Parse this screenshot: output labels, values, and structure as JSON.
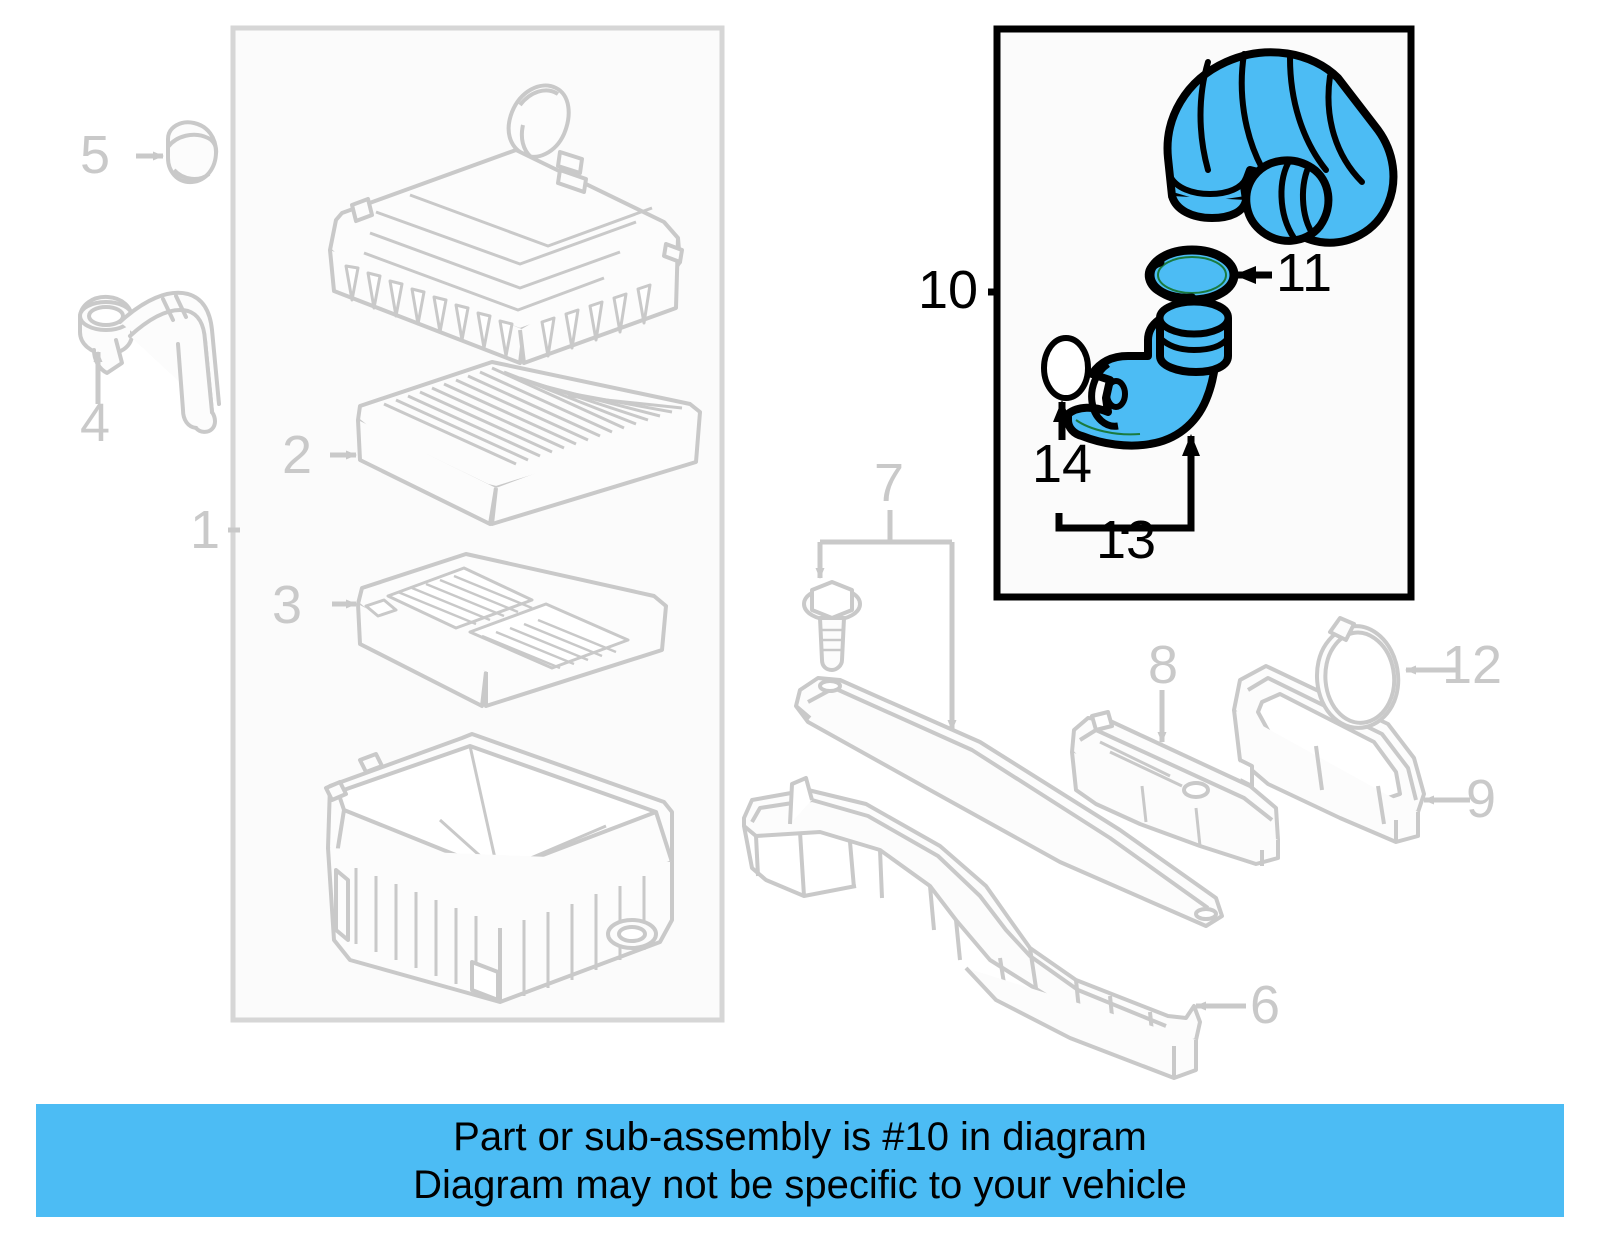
{
  "diagram": {
    "title": "Engine Air Intake Exploded Parts Diagram",
    "highlight_color": "#4cbcf4",
    "dim_color": "#c9c9c9",
    "outline_color": "#000000",
    "background_color": "#ffffff",
    "highlighted_part_number": "10",
    "group_box": {
      "name": "air-cleaner-assembly-group",
      "label": "1"
    },
    "highlight_box": {
      "name": "highlighted-subassembly-box",
      "label": "10"
    }
  },
  "callouts": [
    {
      "id": "c1",
      "label": "1",
      "state": "dim",
      "part": "air-cleaner-assembly"
    },
    {
      "id": "c2",
      "label": "2",
      "state": "dim",
      "part": "air-filter-element"
    },
    {
      "id": "c3",
      "label": "3",
      "state": "dim",
      "part": "filter-tray-grid"
    },
    {
      "id": "c4",
      "label": "4",
      "state": "dim",
      "part": "breather-hose"
    },
    {
      "id": "c5",
      "label": "5",
      "state": "dim",
      "part": "hose-grommet"
    },
    {
      "id": "c6",
      "label": "6",
      "state": "dim",
      "part": "lower-air-duct"
    },
    {
      "id": "c7",
      "label": "7",
      "state": "dim",
      "part": "mounting-bolt"
    },
    {
      "id": "c8",
      "label": "8",
      "state": "dim",
      "part": "duct-bracket"
    },
    {
      "id": "c9",
      "label": "9",
      "state": "dim",
      "part": "air-inlet-duct"
    },
    {
      "id": "c10",
      "label": "10",
      "state": "hot",
      "part": "air-intake-hose-assembly"
    },
    {
      "id": "c11",
      "label": "11",
      "state": "hot",
      "part": "hose-clamp"
    },
    {
      "id": "c12",
      "label": "12",
      "state": "dim",
      "part": "inlet-seal-ring"
    },
    {
      "id": "c13",
      "label": "13",
      "state": "hot",
      "part": "intake-elbow-hose"
    },
    {
      "id": "c14",
      "label": "14",
      "state": "hot",
      "part": "o-ring-seal"
    }
  ],
  "banner": {
    "name": "disclaimer-banner",
    "background": "#4cbcf4",
    "line1": "Part or sub-assembly is #10 in diagram",
    "line2": "Diagram may not be specific to your vehicle"
  }
}
